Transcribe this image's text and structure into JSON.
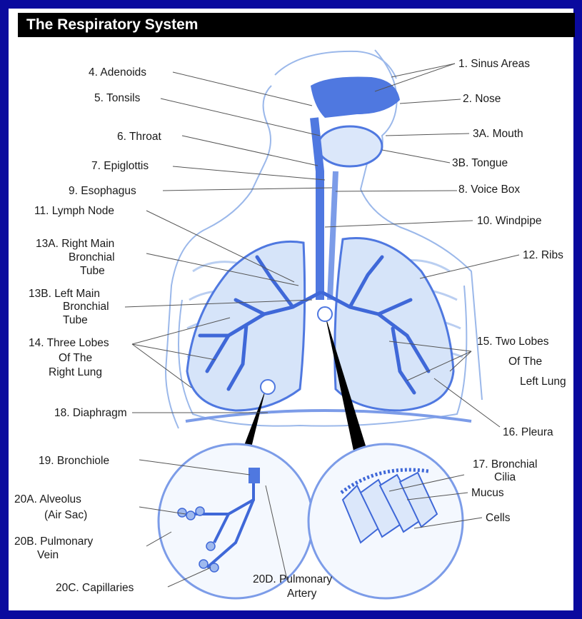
{
  "title": "The Respiratory System",
  "labels": {
    "sinus": "1. Sinus Areas",
    "nose": "2. Nose",
    "mouth": "3A. Mouth",
    "tongue": "3B. Tongue",
    "adenoids": "4. Adenoids",
    "tonsils": "5. Tonsils",
    "throat": "6. Throat",
    "epiglottis": "7. Epiglottis",
    "voicebox": "8. Voice Box",
    "esophagus": "9. Esophagus",
    "windpipe": "10. Windpipe",
    "lymph": "11. Lymph Node",
    "ribs": "12. Ribs",
    "rmb1": "13A. Right Main",
    "rmb2": "Bronchial",
    "rmb3": "Tube",
    "lmb1": "13B. Left Main",
    "lmb2": "Bronchial",
    "lmb3": "Tube",
    "threelobes1": "14. Three Lobes",
    "threelobes2": "Of The",
    "threelobes3": "Right Lung",
    "twolobes1": "15. Two Lobes",
    "twolobes2": "Of The",
    "twolobes3": "Left Lung",
    "pleura": "16. Pleura",
    "cilia1": "17. Bronchial",
    "cilia2": "Cilia",
    "mucus": "Mucus",
    "cells": "Cells",
    "diaphragm": "18. Diaphragm",
    "bronchiole": "19. Bronchiole",
    "alveolus1": "20A. Alveolus",
    "alveolus2": "(Air Sac)",
    "pvein1": "20B. Pulmonary",
    "pvein2": "Vein",
    "capillaries": "20C. Capillaries",
    "partery1": "20D. Pulmonary",
    "partery2": "Artery"
  },
  "colors": {
    "border": "#0a0a9e",
    "organ": "#4f78e0",
    "organ_light": "#c9dcf7",
    "outline": "#8fb0e6"
  }
}
